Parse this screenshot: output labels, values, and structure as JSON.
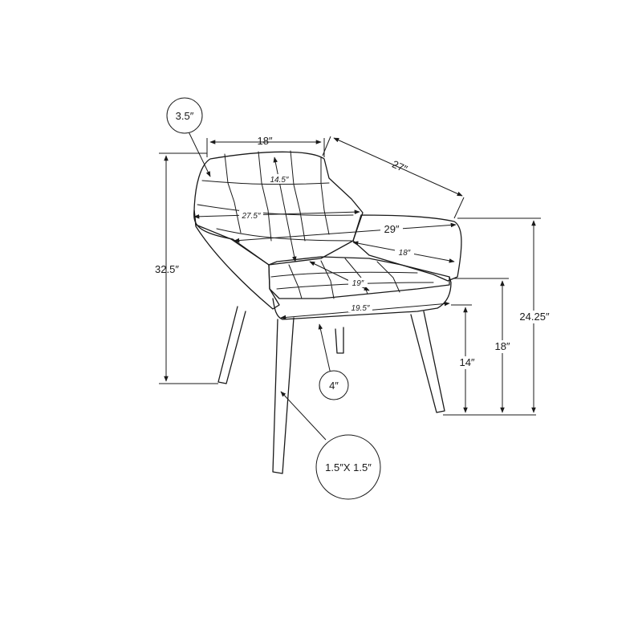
{
  "dimensions": {
    "arm_height": "3.5″",
    "back_width": "18″",
    "depth": "27″",
    "back_height": "14.5″",
    "inner_width": "27.5″",
    "overall_width": "29″",
    "arm_length": "18″",
    "seat_depth": "19″",
    "seat_width": "19.5″",
    "overall_height": "32.5″",
    "seat_floor": "14″",
    "arm_floor": "18″",
    "arm_top_floor": "24.25″",
    "apron": "4″",
    "leg_size": "1.5″X 1.5″"
  }
}
